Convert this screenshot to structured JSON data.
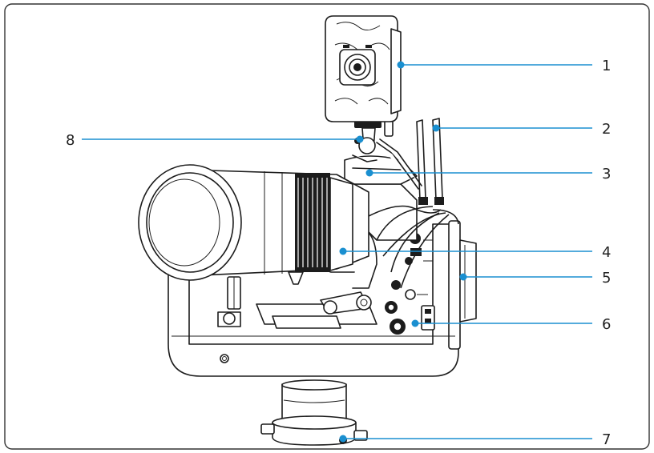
{
  "callouts": [
    {
      "id": 1,
      "label": "1"
    },
    {
      "id": 2,
      "label": "2"
    },
    {
      "id": 3,
      "label": "3"
    },
    {
      "id": 4,
      "label": "4"
    },
    {
      "id": 5,
      "label": "5"
    },
    {
      "id": 6,
      "label": "6"
    },
    {
      "id": 7,
      "label": "7"
    },
    {
      "id": 8,
      "label": "8"
    }
  ],
  "colors": {
    "callout_line": "#1a8fd0",
    "outline": "#1c1c1c",
    "frame": "#333333"
  },
  "icons": [
    "trail-camera-icon",
    "antenna-icon",
    "lens-icon",
    "pan-tilt-base-icon"
  ]
}
